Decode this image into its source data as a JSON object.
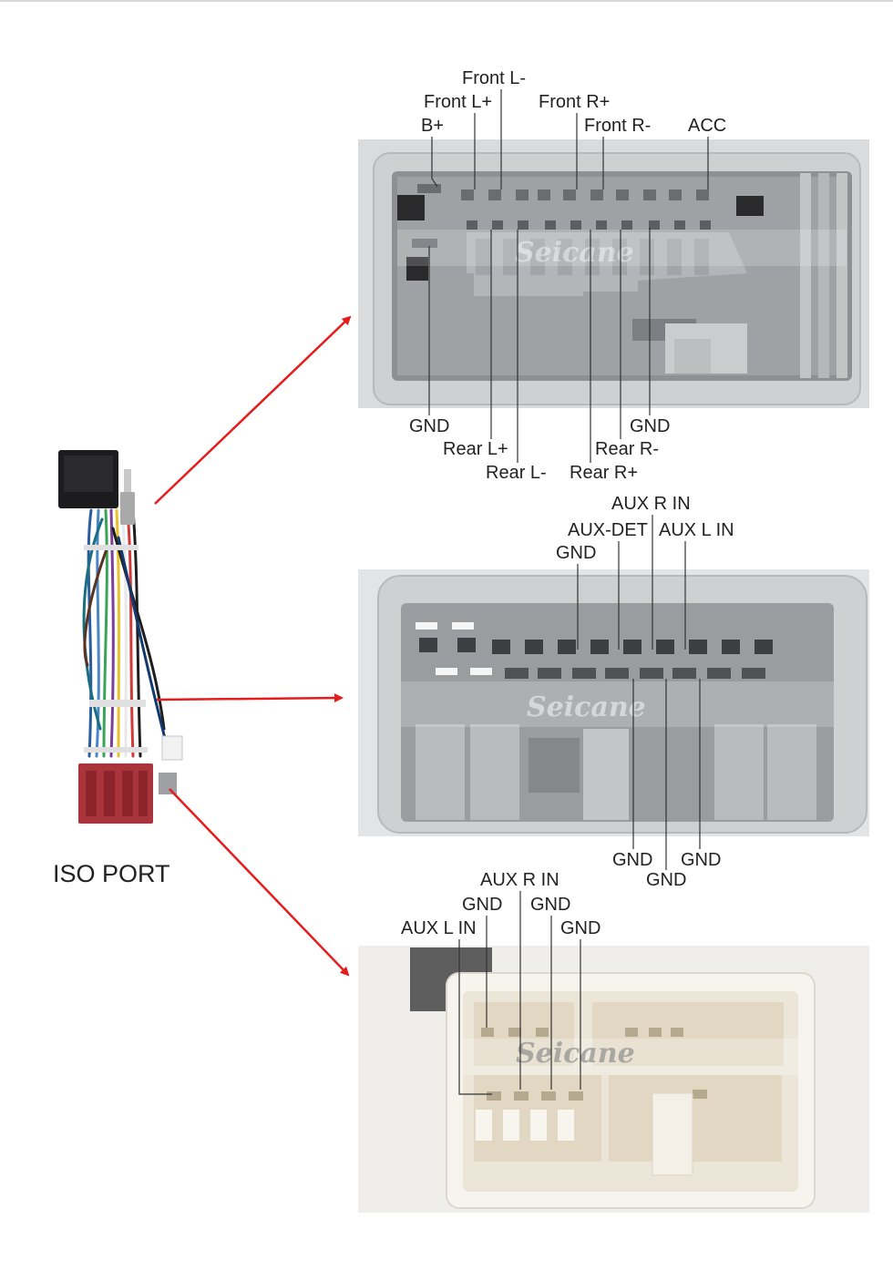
{
  "iso_port_label": "ISO PORT",
  "watermark": "Seicane",
  "colors": {
    "arrow": "#e41c1c",
    "leader": "#333333",
    "connector_gray": "#c9cacc",
    "connector_white": "#f4f1ea",
    "iso_plug": "#a9343c"
  },
  "connector1": {
    "top_labels": [
      "Front L-",
      "Front L+",
      "Front R+",
      "B+",
      "Front R-",
      "ACC"
    ],
    "bottom_labels": [
      "GND",
      "GND",
      "Rear L+",
      "Rear R-",
      "Rear L-",
      "Rear R+"
    ]
  },
  "connector2": {
    "top_labels": [
      "AUX R IN",
      "AUX-DET",
      "AUX L IN",
      "GND"
    ],
    "bottom_labels": [
      "GND",
      "GND",
      "GND"
    ]
  },
  "connector3": {
    "top_labels": [
      "AUX R IN",
      "GND",
      "GND",
      "AUX L IN",
      "GND"
    ]
  }
}
